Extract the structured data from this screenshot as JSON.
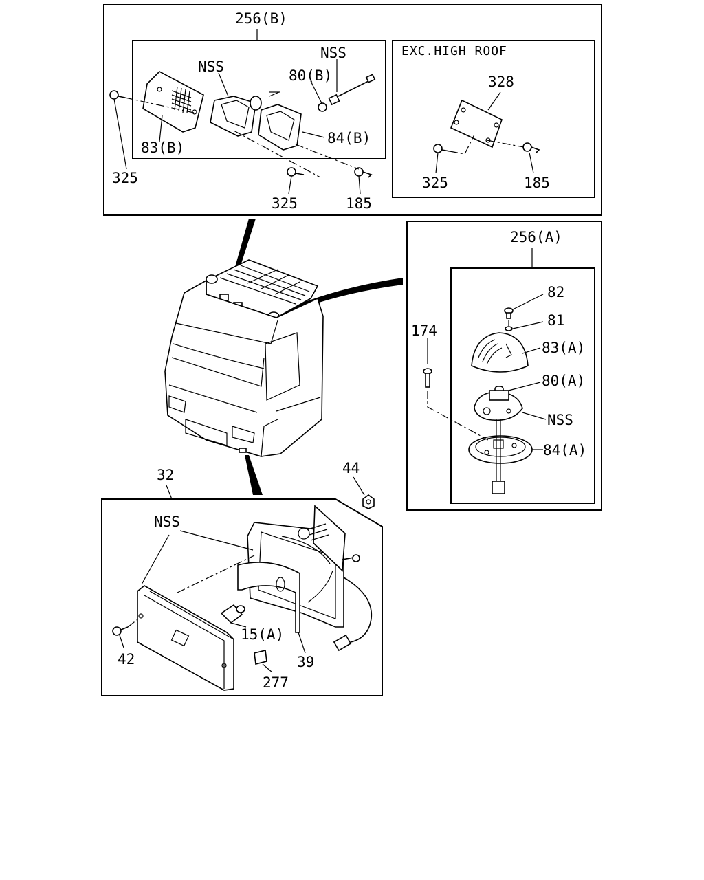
{
  "labels": {
    "top_group": "256(B)",
    "top_nss_left": "NSS",
    "top_nss_right": "NSS",
    "top_80b": "80(B)",
    "top_83b": "83(B)",
    "top_84b": "84(B)",
    "top_325_left": "325",
    "top_325_center": "325",
    "top_185_center": "185",
    "high_roof_title": "EXC.HIGH ROOF",
    "high_roof_328": "328",
    "high_roof_325": "325",
    "high_roof_185": "185",
    "right_group": "256(A)",
    "right_82": "82",
    "right_81": "81",
    "right_83a": "83(A)",
    "right_80a": "80(A)",
    "right_nss": "NSS",
    "right_84a": "84(A)",
    "right_174": "174",
    "bottom_32": "32",
    "bottom_44": "44",
    "bottom_nss": "NSS",
    "bottom_15a": "15(A)",
    "bottom_39": "39",
    "bottom_42": "42",
    "bottom_277": "277"
  }
}
